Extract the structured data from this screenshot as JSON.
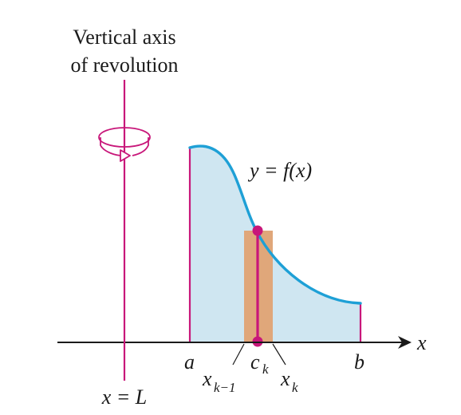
{
  "axis_title": {
    "line1": "Vertical axis",
    "line2": "of revolution"
  },
  "labels": {
    "curve": "y = f(x)",
    "x_axis": "x",
    "a": "a",
    "b": "b",
    "c": "c",
    "c_sub": "k",
    "x_left": "x",
    "x_left_sub": "k−1",
    "x_right": "x",
    "x_right_sub": "k",
    "axis_line": "x = L"
  },
  "colors": {
    "region_fill": "#cfe6f1",
    "curve": "#1ea0d6",
    "rectangle": "#e0a77a",
    "magenta": "#c8177a",
    "axis": "#1a1a1a"
  },
  "icons": {
    "rotation": "rotation-arrow-icon"
  }
}
